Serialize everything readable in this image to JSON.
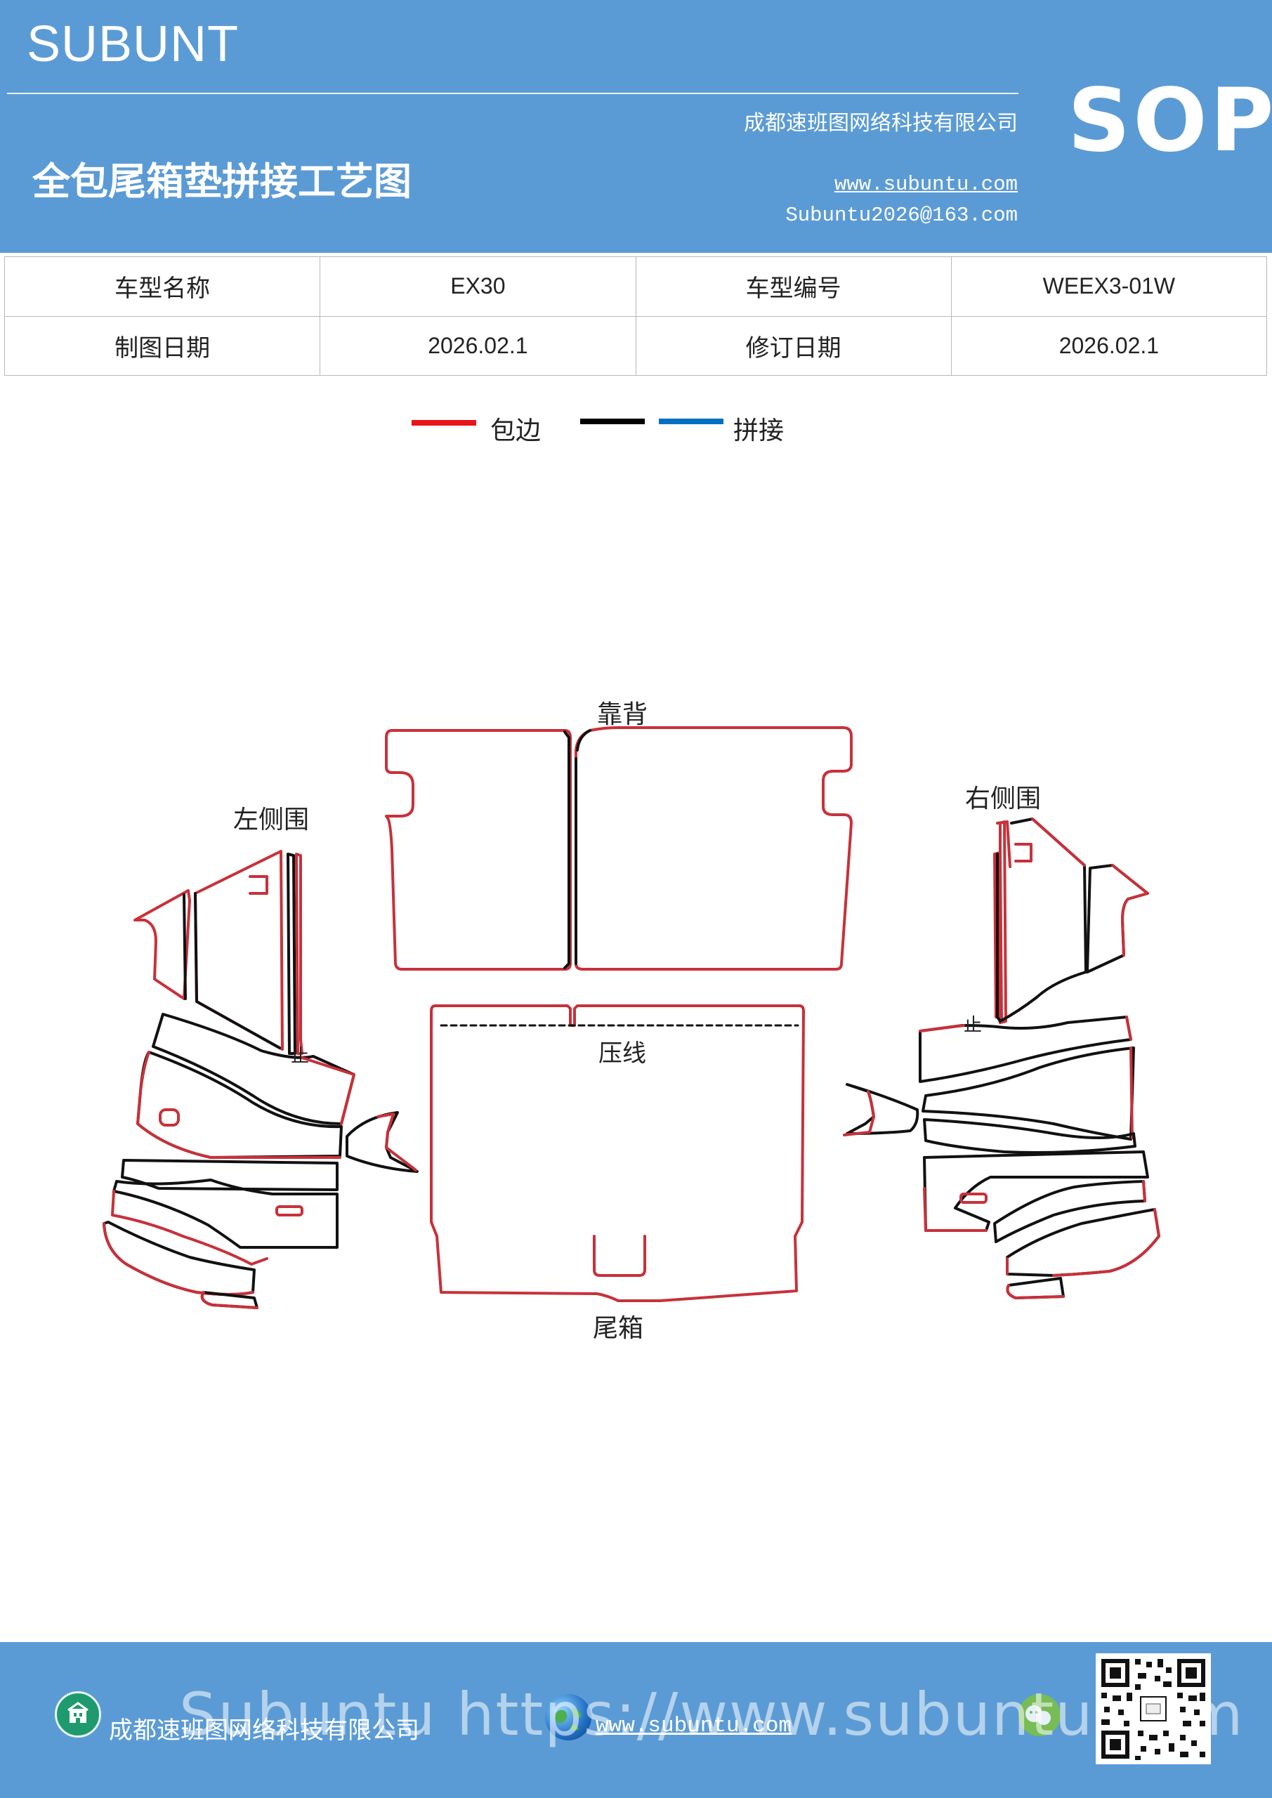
{
  "header": {
    "brand": "SUBUNT",
    "badge": "SOP",
    "company": "成都速班图网络科技有限公司",
    "title": "全包尾箱垫拼接工艺图",
    "website": "www.subuntu.com",
    "email": "Subuntu2026@163.com"
  },
  "info_table": {
    "rows": [
      {
        "label1": "车型名称",
        "value1": "EX30",
        "label2": "车型编号",
        "value2": "WEEX3-01W"
      },
      {
        "label1": "制图日期",
        "value1": "2026.02.1",
        "label2": "修订日期",
        "value2": "2026.02.1"
      }
    ]
  },
  "legend": {
    "items": [
      {
        "label": "包边",
        "color": "#e8141b"
      },
      {
        "label": "拼接",
        "colors": [
          "#000000",
          "#0070c0"
        ]
      }
    ]
  },
  "diagram": {
    "labels": {
      "backrest": "靠背",
      "left_side": "左侧围",
      "right_side": "右侧围",
      "press_line": "压线",
      "trunk": "尾箱",
      "left_mark": "止",
      "right_mark": "止"
    },
    "colors": {
      "edge": "#c8313a",
      "seam": "#111111"
    }
  },
  "footer": {
    "company": "成都速班图网络科技有限公司",
    "website": "www.subuntu.com",
    "watermark": "Subuntu https://www.subuntu.com"
  }
}
